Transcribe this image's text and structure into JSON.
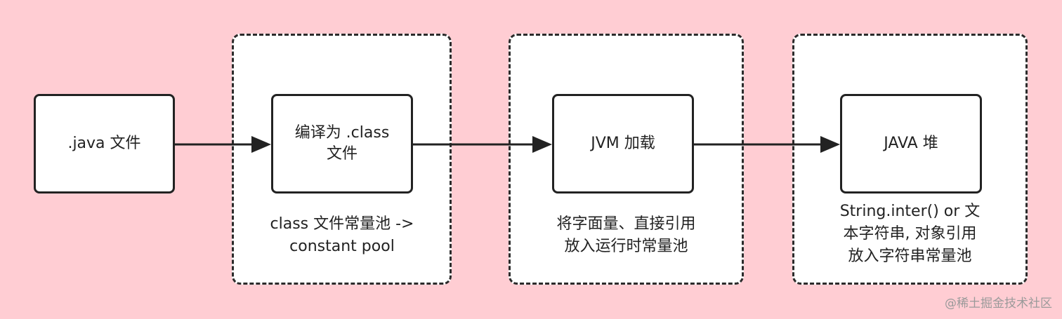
{
  "nodes": {
    "java_file": {
      "label": ".java 文件"
    },
    "compile": {
      "lines": [
        "编译为 .class",
        "文件"
      ]
    },
    "jvm_load": {
      "label": "JVM 加载"
    },
    "java_heap": {
      "label": "JAVA 堆"
    }
  },
  "captions": {
    "class_pool": {
      "lines": [
        "class 文件常量池 ->",
        "constant pool"
      ]
    },
    "runtime_pool": {
      "lines": [
        "将字面量、直接引用",
        "放入运行时常量池"
      ]
    },
    "string_pool": {
      "lines": [
        "String.inter() or 文",
        "本字符串, 对象引用",
        "放入字符串常量池"
      ]
    }
  },
  "watermark": "@稀土掘金技术社区",
  "colors": {
    "background": "#ffcdd3",
    "stroke": "#222222"
  }
}
